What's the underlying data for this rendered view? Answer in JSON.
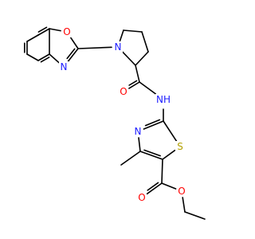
{
  "colors": {
    "bond": "#000000",
    "nitrogen": "#2020ff",
    "oxygen": "#ff0000",
    "sulfur": "#b2a000"
  },
  "atom_labels": {
    "benzoxazole_oxygen": "O",
    "benzoxazole_nitrogen": "N",
    "pyrrolidine_nitrogen": "N",
    "amide_oxygen": "O",
    "amide_nh": "NH",
    "thiazole_nitrogen": "N",
    "thiazole_sulfur": "S",
    "ester_carbonyl_oxygen": "O",
    "ester_ether_oxygen": "O"
  }
}
